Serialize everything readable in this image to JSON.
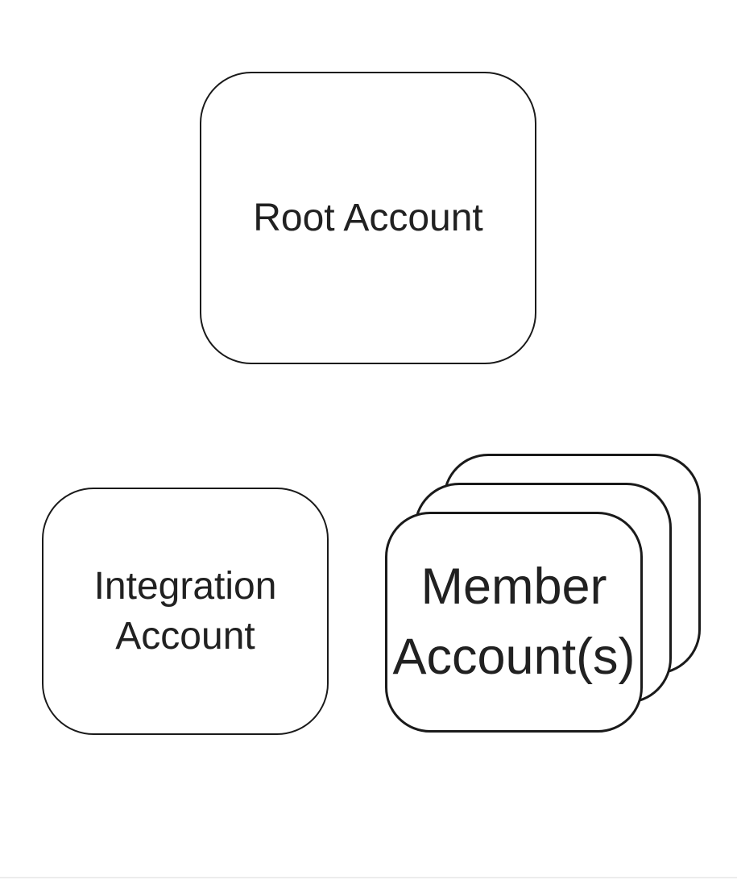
{
  "colors": {
    "background": "#ffffff",
    "node_fill": "#ffffff",
    "node_stroke": "#1a1a1a",
    "text": "#212121",
    "bottom_rule": "#ececec"
  },
  "diagram": {
    "type": "node-diagram",
    "connectors": [],
    "nodes": {
      "root": {
        "label": "Root Account"
      },
      "integration": {
        "label": "Integration Account"
      },
      "member": {
        "label": "Member Account(s)",
        "stack_count": 3
      }
    }
  }
}
